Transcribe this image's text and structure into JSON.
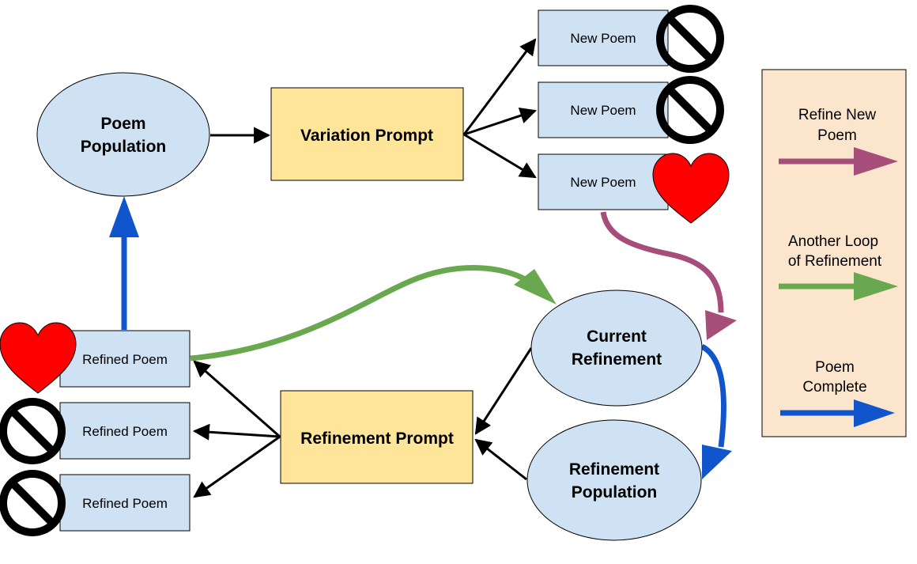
{
  "nodes": {
    "poem_population": [
      "Poem",
      "Population"
    ],
    "variation_prompt": "Variation Prompt",
    "new_poem_1": "New Poem",
    "new_poem_2": "New Poem",
    "new_poem_3": "New Poem",
    "current_refinement": [
      "Current",
      "Refinement"
    ],
    "refinement_population": [
      "Refinement",
      "Population"
    ],
    "refinement_prompt": "Refinement Prompt",
    "refined_poem_1": "Refined Poem",
    "refined_poem_2": "Refined Poem",
    "refined_poem_3": "Refined Poem"
  },
  "legend": {
    "refine": [
      "Refine New",
      "Poem"
    ],
    "loop": [
      "Another Loop",
      "of Refinement"
    ],
    "complete": [
      "Poem",
      "Complete"
    ]
  },
  "colors": {
    "ellipse_fill": "#cfe2f3",
    "box_fill": "#cfe2f3",
    "prompt_fill": "#ffe599",
    "legend_fill": "#fce5cd",
    "purple": "#a64d79",
    "green": "#6aa84f",
    "blue": "#1155cc",
    "heart": "#ff0000"
  },
  "icons": {
    "accepted": "heart-icon",
    "rejected": "prohibited-icon"
  }
}
